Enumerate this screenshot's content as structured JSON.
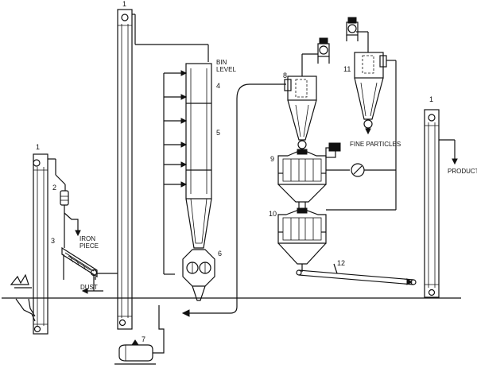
{
  "callouts": {
    "n1_left": "1",
    "n1_mid": "1",
    "n1_right": "1",
    "n2": "2",
    "n3": "3",
    "n4": "4",
    "n5": "5",
    "n6": "6",
    "n7": "7",
    "n8": "8",
    "n9": "9",
    "n10": "10",
    "n11": "11",
    "n12": "12"
  },
  "labels": {
    "bin_level_line1": "BIN",
    "bin_level_line2": "LEVEL",
    "iron_piece_line1": "IRON",
    "iron_piece_line2": "PIECE",
    "dust": "DUST",
    "fine_particles": "FINE PARTICLES",
    "product": "PRODUCT"
  }
}
